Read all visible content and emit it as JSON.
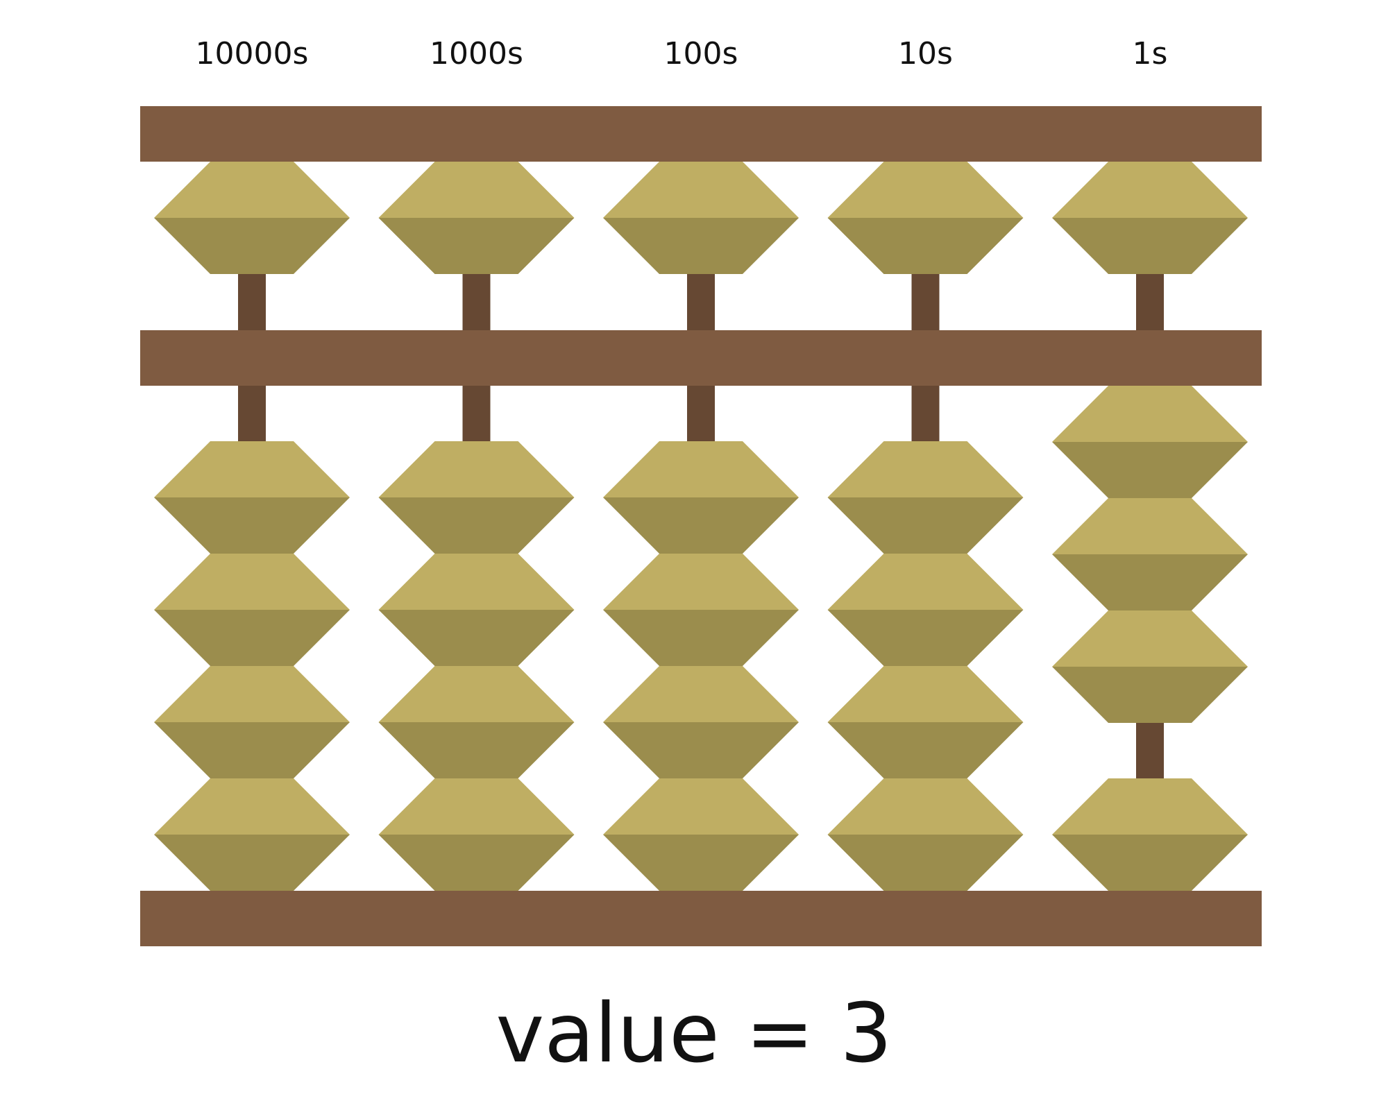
{
  "columns": [
    {
      "label": "10000s",
      "digit": 0
    },
    {
      "label": "1000s",
      "digit": 0
    },
    {
      "label": "100s",
      "digit": 0
    },
    {
      "label": "10s",
      "digit": 0
    },
    {
      "label": "1s",
      "digit": 3
    }
  ],
  "abacus": {
    "heaven_beads_per_rod": 1,
    "earth_beads_per_rod": 4
  },
  "readout": {
    "text": "value = 3"
  },
  "colors": {
    "frame": "#7f5b41",
    "rod": "#664833",
    "bead_light": "#bfae63",
    "bead_dark": "#9b8d4d",
    "text": "#111111",
    "background": "#ffffff"
  }
}
